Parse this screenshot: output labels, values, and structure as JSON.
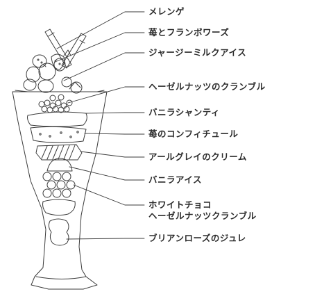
{
  "labels": [
    "メレンゲ",
    "苺とフランボワーズ",
    "ジャージーミルクアイス",
    "ヘーゼルナッツのクランブル",
    "バニラシャンティ",
    "苺のコンフィチュール",
    "アールグレイのクリーム",
    "バニラアイス",
    "ホワイトチョコ",
    "ヘーゼルナッツクランブル",
    "ブリアンローズのジュレ"
  ],
  "colors": {
    "ink": "#3a3a3a",
    "text": "#2b2b2b",
    "background": "#ffffff"
  }
}
